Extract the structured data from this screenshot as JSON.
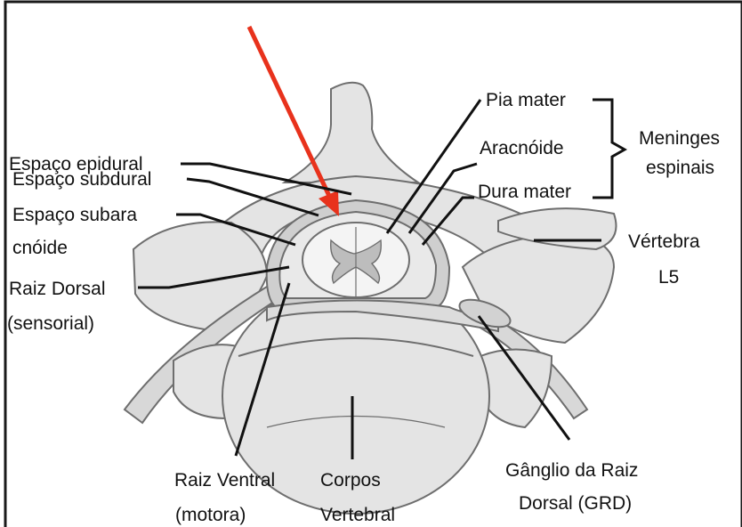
{
  "labels": {
    "espaco_epidural": "Espaço epidural",
    "espaco_subdural": "Espaço subdural",
    "espaco_subaracnoide_l1": "Espaço subara",
    "espaco_subaracnoide_l2": "cnóide",
    "raiz_dorsal_l1": "Raiz Dorsal",
    "raiz_dorsal_l2": "(sensorial)",
    "pia_mater": "Pia mater",
    "aracnoide": "Aracnóide",
    "dura_mater": "Dura mater",
    "meninges_l1": "Meninges",
    "meninges_l2": "espinais",
    "vertebra_l1": "Vértebra",
    "vertebra_l2": "L5",
    "raiz_ventral_l1": "Raiz Ventral",
    "raiz_ventral_l2": "(motora)",
    "corpos_l1": "Corpos",
    "corpos_l2": "Vertebral",
    "ganglio_l1": "Gânglio da Raiz",
    "ganglio_l2": "Dorsal (GRD)"
  },
  "colors": {
    "arrow": "#e8321c",
    "bone_fill": "#e4e4e4",
    "bone_stroke": "#6e6e6e",
    "leader": "#111111"
  }
}
